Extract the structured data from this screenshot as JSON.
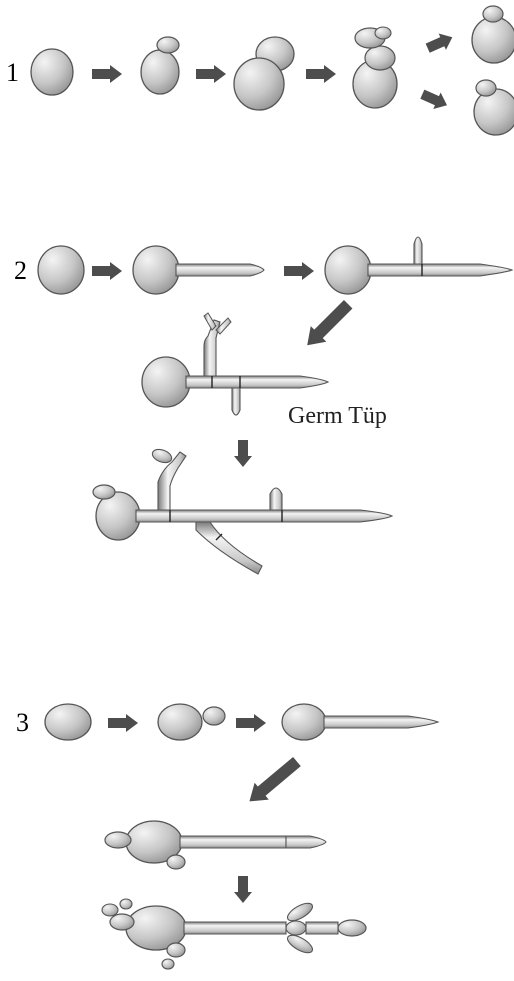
{
  "rows": {
    "row1": {
      "number": "1"
    },
    "row2": {
      "number": "2"
    },
    "row3": {
      "number": "3"
    }
  },
  "labels": {
    "germ_tube": "Germ Tüp"
  },
  "colors": {
    "cell_light": "#f2f2f2",
    "cell_mid": "#c2c2c2",
    "cell_dark": "#8a8a8a",
    "outline": "#555555",
    "arrow": "#4d4d4d"
  }
}
